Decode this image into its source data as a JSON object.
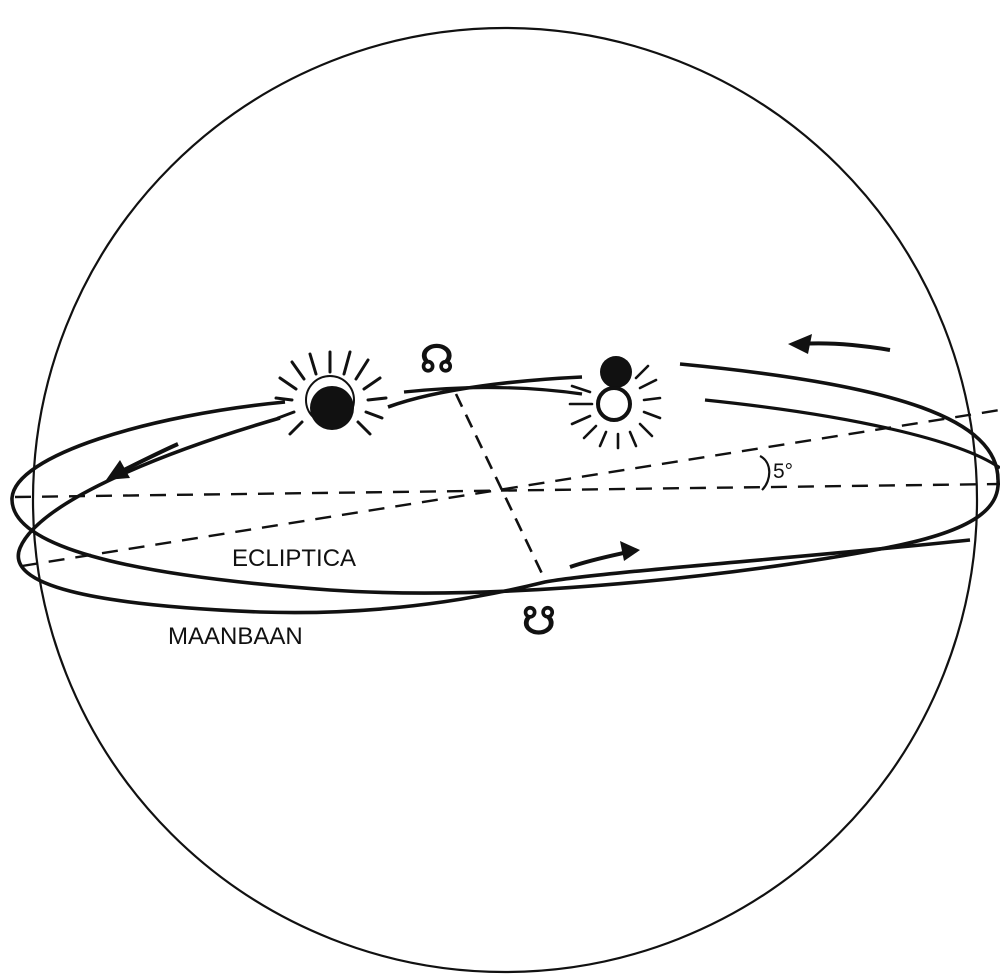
{
  "labels": {
    "ecliptic": "ECLIPTICA",
    "moon_orbit": "MAANBAAN",
    "inclination": "5°",
    "ascending_node_symbol": "☊",
    "descending_node_symbol": "☋"
  },
  "colors": {
    "ink": "#111111",
    "background": "#ffffff"
  }
}
